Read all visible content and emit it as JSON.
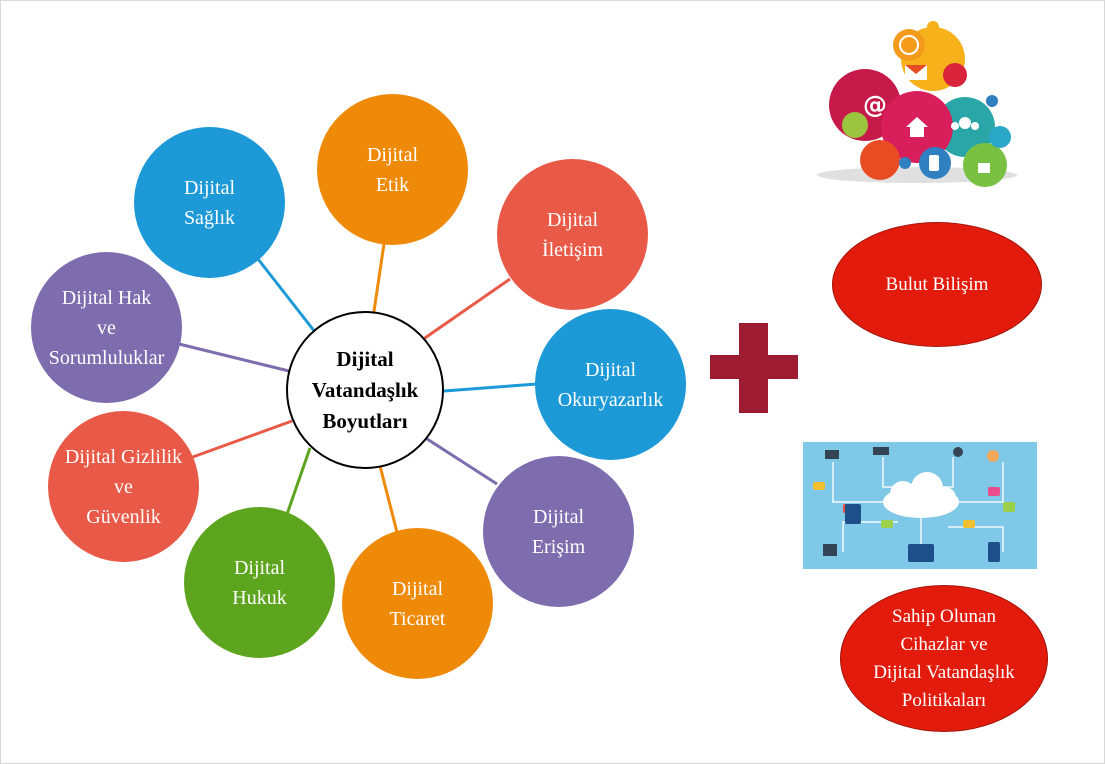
{
  "center": {
    "label": "Dijital\nVatandaşlık\nBoyutları"
  },
  "nodes": [
    {
      "id": "etik",
      "label": "Dijital\nEtik",
      "color": "#ef8a09"
    },
    {
      "id": "iletisim",
      "label": "Dijital\nİletişim",
      "color": "#e85a47"
    },
    {
      "id": "okuryazarlik",
      "label": "Dijital\nOkuryazarlık",
      "color": "#1c99d6"
    },
    {
      "id": "erisim",
      "label": "Dijital\nErişim",
      "color": "#7d6cae"
    },
    {
      "id": "ticaret",
      "label": "Dijital\nTicaret",
      "color": "#ef8a09"
    },
    {
      "id": "hukuk",
      "label": "Dijital\nHukuk",
      "color": "#5ea51f"
    },
    {
      "id": "gizlilik",
      "label": "Dijital Gizlilik\nve\nGüvenlik",
      "color": "#e85a47"
    },
    {
      "id": "hak",
      "label": "Dijital Hak\nve\nSorumluluklar",
      "color": "#7d6cae"
    },
    {
      "id": "saglik",
      "label": "Dijital\nSağlık",
      "color": "#1c99d6"
    }
  ],
  "plus_color": "#9e1c32",
  "right": {
    "cloud_label": "Bulut Bilişim",
    "devices_label": "Sahip Olunan\nCihazlar ve\nDijital Vatandaşlık\nPolitikaları",
    "oval_color": "#e31b0c"
  }
}
